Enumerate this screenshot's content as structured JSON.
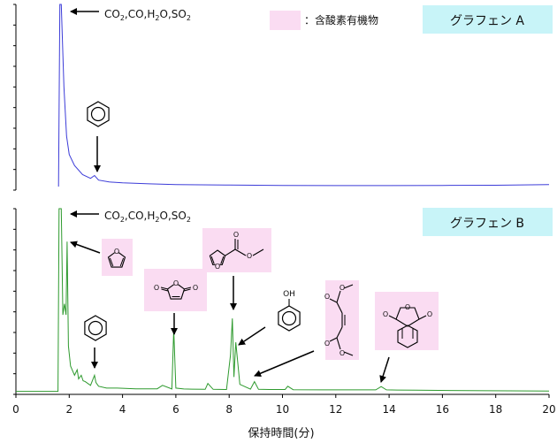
{
  "chart_data": [
    {
      "type": "line",
      "title": "グラフェン A",
      "xlabel": "保持時間(分)",
      "ylabel": "",
      "xlim": [
        0,
        20
      ],
      "ylim": [
        0,
        100
      ],
      "grid": false,
      "legend": "top-center",
      "series": [
        {
          "color": "#3c3cd8",
          "x": [
            1.6,
            1.65,
            1.7,
            1.8,
            1.9,
            2.0,
            2.2,
            2.5,
            2.8,
            2.95,
            3.1,
            3.5,
            4.0,
            5.0,
            6.0,
            8.0,
            10.0,
            12.0,
            14.0,
            16.0,
            18.0,
            20.0
          ],
          "y": [
            0.5,
            110,
            110,
            55,
            28,
            18,
            12,
            7,
            5,
            6.5,
            4,
            3,
            2.5,
            2,
            1.6,
            1.3,
            1.1,
            1.0,
            1.0,
            1.1,
            1.2,
            1.6
          ]
        }
      ],
      "annotations": [
        {
          "text_parts": [
            "CO",
            "2",
            ",CO,H",
            "2",
            "O,SO",
            "2"
          ],
          "x": 1.7,
          "y": 100
        },
        {
          "text": "ベンゼン環",
          "x": 2.95,
          "y": 6.5
        }
      ]
    },
    {
      "type": "line",
      "title": "グラフェン B",
      "xlabel": "保持時間(分)",
      "ylabel": "",
      "xlim": [
        0,
        20
      ],
      "ylim": [
        0,
        100
      ],
      "x_ticks": [
        0,
        2,
        4,
        6,
        8,
        10,
        12,
        14,
        16,
        18,
        20
      ],
      "grid": false,
      "legend": "top-center",
      "series": [
        {
          "color": "#2e9a2e",
          "x": [
            0.0,
            1.58,
            1.62,
            1.7,
            1.76,
            1.82,
            1.88,
            1.92,
            1.97,
            2.05,
            2.2,
            2.3,
            2.35,
            2.45,
            2.52,
            2.6,
            2.8,
            2.95,
            3.0,
            3.1,
            3.4,
            3.8,
            4.5,
            5.3,
            5.5,
            5.85,
            5.92,
            6.0,
            6.3,
            6.6,
            7.1,
            7.2,
            7.4,
            7.9,
            8.05,
            8.12,
            8.18,
            8.25,
            8.4,
            8.8,
            8.95,
            9.1,
            9.5,
            10.1,
            10.2,
            10.4,
            11.5,
            12.5,
            13.5,
            13.7,
            13.9,
            14.3,
            15.0,
            17.0,
            20.0
          ],
          "y": [
            0.2,
            0.2,
            110,
            110,
            42,
            48,
            42,
            82,
            25,
            14,
            9,
            12,
            7,
            9,
            6,
            5.5,
            3.5,
            9,
            5,
            3,
            2,
            2,
            1.6,
            1.6,
            3.5,
            1.5,
            34,
            2,
            1.5,
            1.4,
            1.3,
            4.5,
            1.3,
            1.2,
            20,
            40,
            8,
            27,
            4,
            1.4,
            5.5,
            1.3,
            1.2,
            1.2,
            3,
            1.1,
            1.0,
            1.0,
            1.0,
            2.8,
            1.0,
            0.9,
            0.8,
            0.6,
            0.4
          ]
        }
      ],
      "annotations": [
        {
          "text_parts": [
            "CO",
            "2",
            ",CO,H",
            "2",
            "O,SO",
            "2"
          ],
          "x": 1.7,
          "y": 100
        },
        {
          "text": "フラン",
          "x": 1.92,
          "y": 82
        },
        {
          "text": "ベンゼン環",
          "x": 2.95,
          "y": 9
        },
        {
          "text": "無水マレイン酸",
          "x": 5.92,
          "y": 34
        },
        {
          "text": "2-フランカルボン酸メチル",
          "x": 8.12,
          "y": 40
        },
        {
          "text": "フェノール",
          "x": 8.25,
          "y": 27
        },
        {
          "text": "マレイン酸ジメチル",
          "x": 8.95,
          "y": 5.5
        },
        {
          "text": "無水フタル酸",
          "x": 13.7,
          "y": 2.8
        }
      ]
    }
  ],
  "legend": {
    "swatch_color": "#fadcf2",
    "label": "：含酸素有機物"
  },
  "panel_title_bg": "#c8f4f8",
  "molecule_labels": {
    "oh": "OH",
    "o": "O"
  }
}
